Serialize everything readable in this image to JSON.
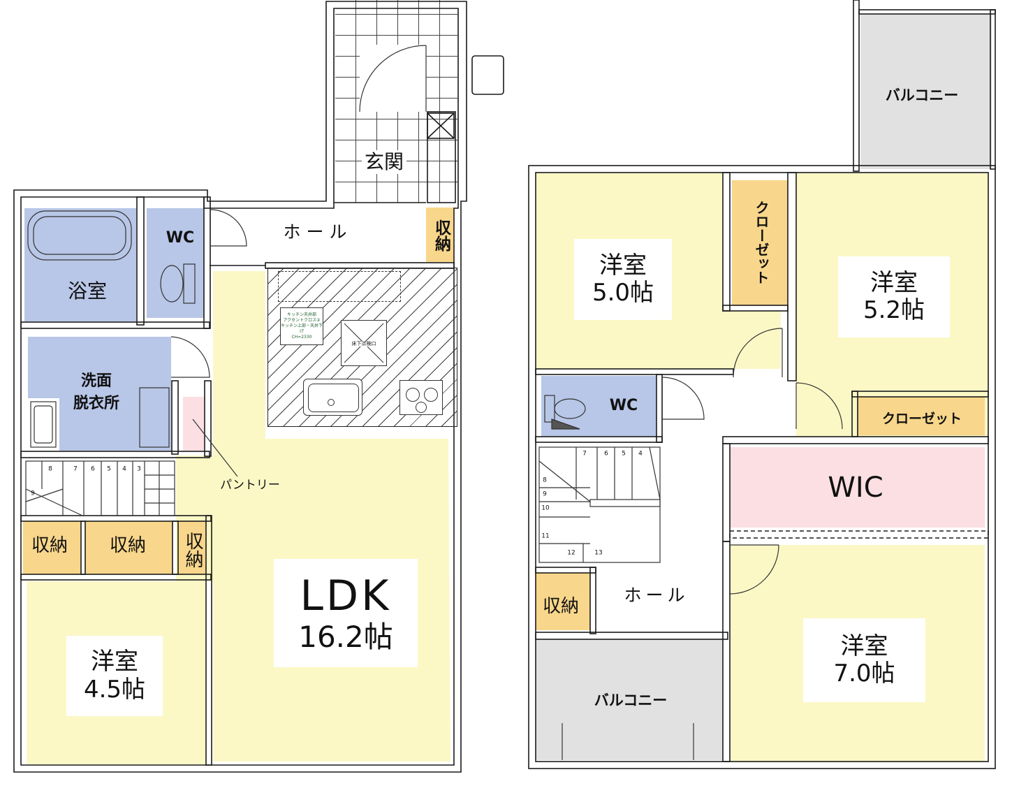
{
  "colors": {
    "room_yellow": "#fbf8c6",
    "wet_blue": "#b8c6e7",
    "storage_orange": "#f8d68b",
    "pink": "#fbdfe3",
    "balcony_grey": "#e1e1e1",
    "wall": "#1a1a1a"
  },
  "floor1": {
    "entrance": "玄関",
    "hall": "ホール",
    "hall_storage": "収納",
    "bathroom": "浴室",
    "wc": "WC",
    "washroom_line1": "洗面",
    "washroom_line2": "脱衣所",
    "pantry": "パントリー",
    "ldk": {
      "name": "LDK",
      "size": "16.2帖"
    },
    "storage_left": "収納",
    "storage_middle": "収納",
    "storage_right": "収納",
    "western_room": {
      "name": "洋室",
      "size": "4.5帖"
    },
    "kitchen_note": [
      "キッチン天井部",
      "アクセントクロス②",
      "キッチン上部・天井下げ",
      "CH=2330"
    ],
    "floor_inspection": "床下点検口",
    "stair_steps": [
      "8",
      "7",
      "6",
      "5",
      "4",
      "3",
      "9"
    ]
  },
  "floor2": {
    "balcony_top": "バルコニー",
    "room_5_0": {
      "name": "洋室",
      "size": "5.0帖"
    },
    "closet_vertical": "クローゼット",
    "room_5_2": {
      "name": "洋室",
      "size": "5.2帖"
    },
    "wc": "WC",
    "closet_horizontal": "クローゼット",
    "wic": "WIC",
    "hall": "ホール",
    "storage": "収納",
    "balcony_bottom": "バルコニー",
    "room_7_0": {
      "name": "洋室",
      "size": "7.0帖"
    },
    "stair_steps": [
      "7",
      "6",
      "5",
      "4",
      "8",
      "9",
      "10",
      "11",
      "12",
      "13"
    ]
  }
}
